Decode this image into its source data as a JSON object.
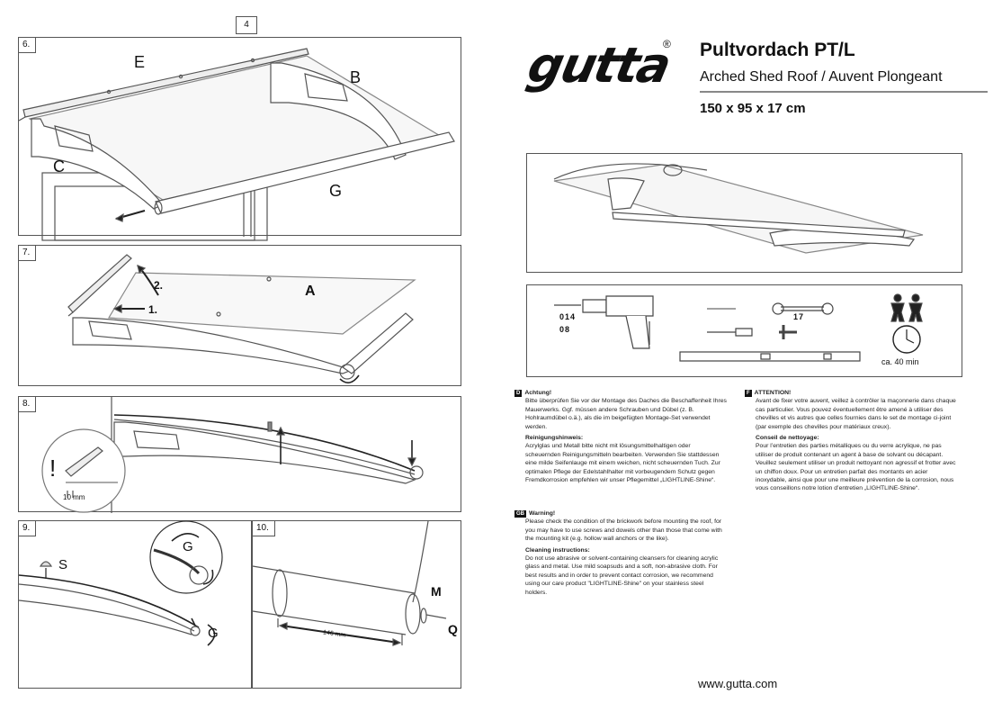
{
  "page_number": "4",
  "steps": {
    "s6": {
      "num": "6.",
      "labels": {
        "e": "E",
        "b": "B",
        "c": "C",
        "g": "G"
      }
    },
    "s7": {
      "num": "7.",
      "labels": {
        "a": "A",
        "one": "1.",
        "two": "2."
      }
    },
    "s8": {
      "num": "8.",
      "labels": {
        "excl": "!",
        "mm": "10 mm"
      }
    },
    "s9": {
      "num": "9.",
      "labels": {
        "s": "S",
        "g1": "G",
        "g2": "G"
      }
    },
    "s10": {
      "num": "10.",
      "labels": {
        "m": "M",
        "q": "Q",
        "mm": "146 mm"
      }
    }
  },
  "brand": {
    "logo": "gutta",
    "reg": "®"
  },
  "product": {
    "title": "Pultvordach PT/L",
    "subtitle": "Arched Shed Roof / Auvent Plongeant",
    "dimensions": "150 x 95 x 17 cm"
  },
  "tools": {
    "drill_sizes_1": "014",
    "drill_sizes_2": "08",
    "wrench": "17",
    "time": "ca. 40 min"
  },
  "text": {
    "de": {
      "flag": "D",
      "h1": "Achtung!",
      "p1": "Bitte überprüfen Sie vor der Montage des Daches die Beschaffenheit Ihres Mauerwerks. Ggf. müssen andere Schrauben und Dübel (z. B. Hohlraumdübel o.ä.), als die im beigefügten Montage-Set verwendet werden.",
      "h2": "Reinigungshinweis:",
      "p2": "Acrylglas und Metall bitte nicht mit lösungsmittelhaltigen oder scheuernden Reinigungsmitteln bearbeiten. Verwenden Sie stattdessen eine milde Seifenlauge mit einem weichen, nicht scheuernden Tuch. Zur optimalen Pflege der Edelstahlhalter mit vorbeugendem Schutz gegen Fremdkorrosion empfehlen wir unser Pflegemittel „LIGHTLINE-Shine“."
    },
    "gb": {
      "flag": "GB",
      "h1": "Warning!",
      "p1": "Please check the condition of the brickwork before mounting the roof, for you may have to use screws and dowels other than those that come with the mounting kit (e.g. hollow wall anchors or the like).",
      "h2": "Cleaning instructions:",
      "p2": "Do not use abrasive or solvent-containing cleansers for cleaning acrylic glass and metal. Use mild soapsuds and a soft, non-abrasive cloth. For best results and in order to prevent contact corrosion, we recommend using our care product \"LIGHTLINE-Shine\" on your stainless steel holders."
    },
    "fr": {
      "flag": "F",
      "h1": "ATTENTION!",
      "p1": "Avant de fixer votre auvent, veillez à contrôler la maçonnerie dans chaque cas particulier. Vous pouvez éventuellement être amené à utiliser des chevilles et vis autres que celles fournies dans le set de montage ci-joint (par exemple des chevilles pour matériaux creux).",
      "h2": "Conseil de nettoyage:",
      "p2": "Pour l’entretien des parties métalliques ou du verre acrylique, ne pas utiliser de produit contenant un agent à base de solvant ou décapant. Veuillez seulement utiliser un produit nettoyant non agressif et frotter avec un chiffon doux. Pour un entretien parfait des montants en acier inoxydable, ainsi que pour une meilleure prévention de la corrosion, nous vous conseillons notre lotion d’entretien „LIGHTLINE-Shine“."
    }
  },
  "url": "www.gutta.com"
}
